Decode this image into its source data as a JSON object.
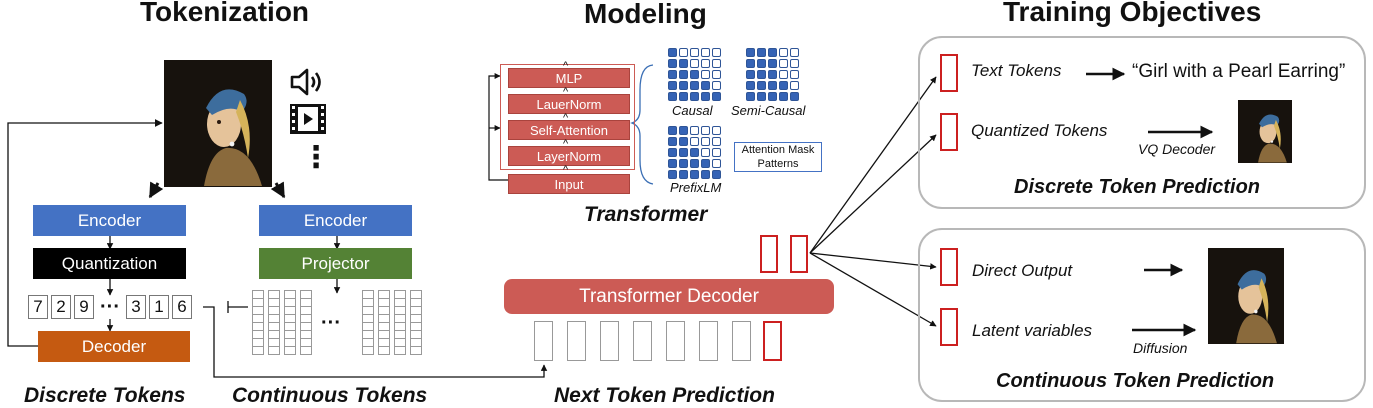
{
  "colors": {
    "encoder": "#4472c4",
    "quantization": "#000000",
    "projector": "#548235",
    "decoder": "#c55a11",
    "transformer_block": "#cc5b55",
    "token_red": "#cc2020"
  },
  "tokenization": {
    "title": "Tokenization",
    "encoder_left": "Encoder",
    "quantization": "Quantization",
    "decoder": "Decoder",
    "encoder_right": "Encoder",
    "projector": "Projector",
    "token_values": [
      "7",
      "2",
      "9",
      "3",
      "1",
      "6"
    ],
    "ellipsis": "···",
    "continuous_ellipsis": "···",
    "modality_dots": "⋮",
    "discrete_caption": "Discrete Tokens",
    "continuous_caption": "Continuous Tokens"
  },
  "modeling": {
    "title": "Modeling",
    "blocks": [
      "MLP",
      "LauerNorm",
      "Self-Attention",
      "LayerNorm",
      "Input"
    ],
    "mask_labels": [
      "Causal",
      "Semi-Causal",
      "PrefixLM"
    ],
    "mask_box_label": "Attention Mask Patterns",
    "transformer_caption": "Transformer",
    "decoder_label": "Transformer Decoder",
    "next_token_caption": "Next Token Prediction"
  },
  "training": {
    "title": "Training Objectives",
    "text_tokens": "Text Tokens",
    "text_output": "“Girl with a Pearl Earring”",
    "quantized_tokens": "Quantized Tokens",
    "vq_decoder": "VQ Decoder",
    "discrete_title": "Discrete Token Prediction",
    "direct_output": "Direct Output",
    "latent_variables": "Latent variables",
    "diffusion": "Diffusion",
    "continuous_title": "Continuous Token Prediction"
  }
}
